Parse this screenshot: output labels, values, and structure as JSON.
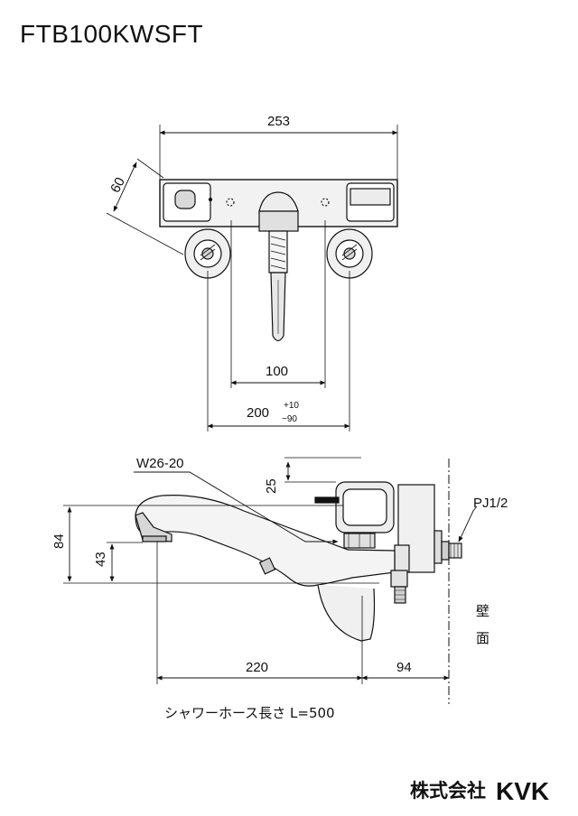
{
  "title": "FTB100KWSFT",
  "dimensions": {
    "overall_width": "253",
    "depth": "60",
    "center_100": "100",
    "center_200": "200",
    "tol_plus": "+10",
    "tol_minus": "−90",
    "height_25": "25",
    "height_84": "84",
    "height_43": "43",
    "reach_220": "220",
    "reach_94": "94"
  },
  "labels": {
    "thread_spec": "W26-20",
    "pipe_spec": "PJ1/2",
    "wall_char1": "壁",
    "wall_char2": "面",
    "hose_note": "シャワーホース長さ L=500"
  },
  "logo": {
    "company_jp": "株式会社",
    "brand": "KVK"
  }
}
